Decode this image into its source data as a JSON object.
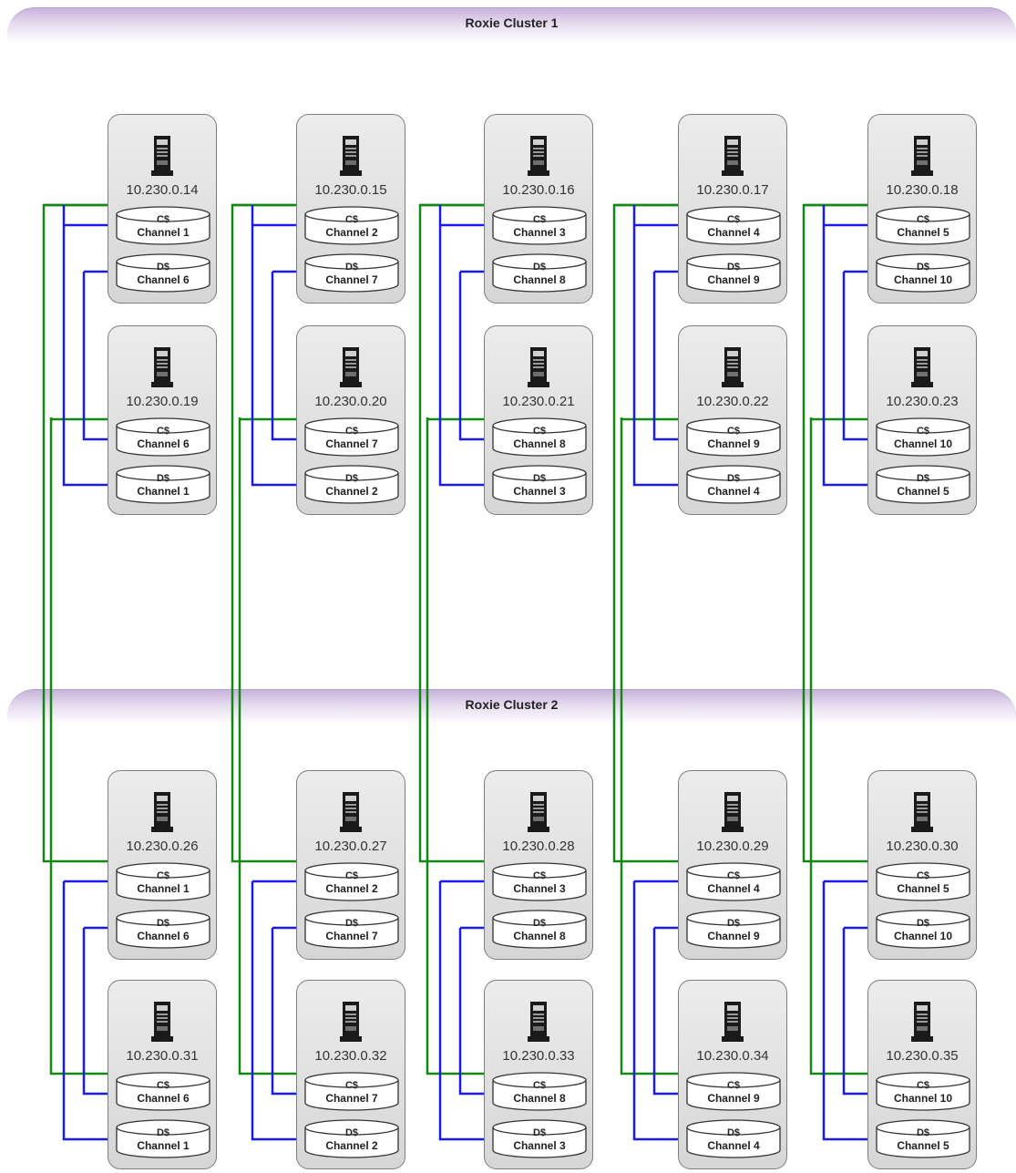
{
  "clusters": [
    {
      "title": "Roxie Cluster 1",
      "nodes": [
        {
          "ip": "10.230.0.14",
          "cache1": "C$",
          "channel1": "Channel 1",
          "cache2": "D$",
          "channel2": "Channel 6"
        },
        {
          "ip": "10.230.0.15",
          "cache1": "C$",
          "channel1": "Channel 2",
          "cache2": "D$",
          "channel2": "Channel 7"
        },
        {
          "ip": "10.230.0.16",
          "cache1": "C$",
          "channel1": "Channel 3",
          "cache2": "D$",
          "channel2": "Channel 8"
        },
        {
          "ip": "10.230.0.17",
          "cache1": "C$",
          "channel1": "Channel 4",
          "cache2": "D$",
          "channel2": "Channel 9"
        },
        {
          "ip": "10.230.0.18",
          "cache1": "C$",
          "channel1": "Channel 5",
          "cache2": "D$",
          "channel2": "Channel 10"
        },
        {
          "ip": "10.230.0.19",
          "cache1": "C$",
          "channel1": "Channel 6",
          "cache2": "D$",
          "channel2": "Channel 1"
        },
        {
          "ip": "10.230.0.20",
          "cache1": "C$",
          "channel1": "Channel 7",
          "cache2": "D$",
          "channel2": "Channel 2"
        },
        {
          "ip": "10.230.0.21",
          "cache1": "C$",
          "channel1": "Channel 8",
          "cache2": "D$",
          "channel2": "Channel 3"
        },
        {
          "ip": "10.230.0.22",
          "cache1": "C$",
          "channel1": "Channel 9",
          "cache2": "D$",
          "channel2": "Channel 4"
        },
        {
          "ip": "10.230.0.23",
          "cache1": "C$",
          "channel1": "Channel 10",
          "cache2": "D$",
          "channel2": "Channel 5"
        }
      ]
    },
    {
      "title": "Roxie Cluster 2",
      "nodes": [
        {
          "ip": "10.230.0.26",
          "cache1": "C$",
          "channel1": "Channel 1",
          "cache2": "D$",
          "channel2": "Channel 6"
        },
        {
          "ip": "10.230.0.27",
          "cache1": "C$",
          "channel1": "Channel 2",
          "cache2": "D$",
          "channel2": "Channel 7"
        },
        {
          "ip": "10.230.0.28",
          "cache1": "C$",
          "channel1": "Channel 3",
          "cache2": "D$",
          "channel2": "Channel 8"
        },
        {
          "ip": "10.230.0.29",
          "cache1": "C$",
          "channel1": "Channel 4",
          "cache2": "D$",
          "channel2": "Channel 9"
        },
        {
          "ip": "10.230.0.30",
          "cache1": "C$",
          "channel1": "Channel 5",
          "cache2": "D$",
          "channel2": "Channel 10"
        },
        {
          "ip": "10.230.0.31",
          "cache1": "C$",
          "channel1": "Channel 6",
          "cache2": "D$",
          "channel2": "Channel 1"
        },
        {
          "ip": "10.230.0.32",
          "cache1": "C$",
          "channel1": "Channel 7",
          "cache2": "D$",
          "channel2": "Channel 2"
        },
        {
          "ip": "10.230.0.33",
          "cache1": "C$",
          "channel1": "Channel 8",
          "cache2": "D$",
          "channel2": "Channel 3"
        },
        {
          "ip": "10.230.0.34",
          "cache1": "C$",
          "channel1": "Channel 9",
          "cache2": "D$",
          "channel2": "Channel 4"
        },
        {
          "ip": "10.230.0.35",
          "cache1": "C$",
          "channel1": "Channel 10",
          "cache2": "D$",
          "channel2": "Channel 5"
        }
      ]
    }
  ],
  "icons": {
    "node": "server-tower-icon",
    "storage": "disk-cylinder-icon"
  },
  "colors": {
    "cross_cluster_link": "#118811",
    "intra_cluster_link": "#1a1aee",
    "node_fill": "#e0e0e0",
    "header": "#c7b3dc"
  }
}
